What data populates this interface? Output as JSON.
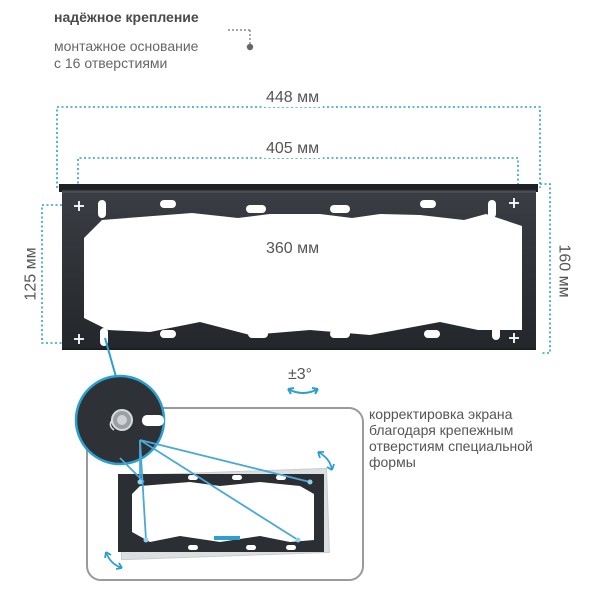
{
  "callout": {
    "title": "надёжное крепление",
    "line1": "монтажное основание",
    "line2": "с 16 отверстиями"
  },
  "dimensions": {
    "width_outer": "448 мм",
    "width_middle": "405 мм",
    "width_inner": "360 мм",
    "height_left": "125 мм",
    "height_right": "160 мм"
  },
  "tilt": {
    "label": "±3°"
  },
  "inset_note": {
    "line1": "корректировка экрана",
    "line2": "благодаря крепежным",
    "line3": "отверстиям специальной",
    "line4": "формы"
  },
  "colors": {
    "accent": "#2a9fd0",
    "bracket": "#2b2e33",
    "text": "#555555"
  }
}
